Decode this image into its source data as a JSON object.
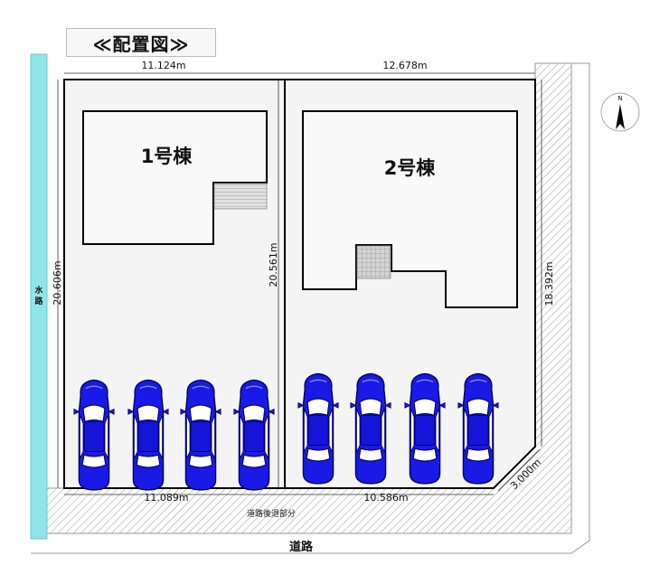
{
  "title": "≪配置図≫",
  "compass": {
    "label": "N"
  },
  "waterway": {
    "label": "水路"
  },
  "road": {
    "label": "道路"
  },
  "setback": {
    "label": "道路後退部分"
  },
  "buildings": [
    {
      "label": "1号棟"
    },
    {
      "label": "2号棟"
    }
  ],
  "dimensions": {
    "lot1_top": "11.124m",
    "lot2_top": "12.678m",
    "lot1_bottom": "11.089m",
    "lot2_bottom": "10.586m",
    "left_side": "20.606m",
    "middle": "20.561m",
    "right_side": "18.392m",
    "corner_cut": "3.000m"
  },
  "parking": {
    "lot1_cars": 4,
    "lot2_cars": 4
  },
  "colors": {
    "car_body": "#1a1ae6",
    "car_dark": "#00008c",
    "waterway": "#8fe6ea",
    "hatch": "#999999",
    "lot_fill": "#f4f4f4"
  }
}
